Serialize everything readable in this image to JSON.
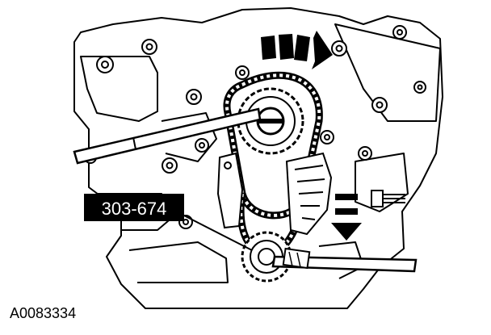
{
  "callouts": {
    "tool_number": "303-674"
  },
  "figure": {
    "id": "A0083334"
  },
  "colors": {
    "ink": "#000000",
    "paper": "#ffffff"
  },
  "icons": {
    "rotation_arrow": "curved-dashed-arrow",
    "direction_arrow": "dashed-down-arrow"
  }
}
